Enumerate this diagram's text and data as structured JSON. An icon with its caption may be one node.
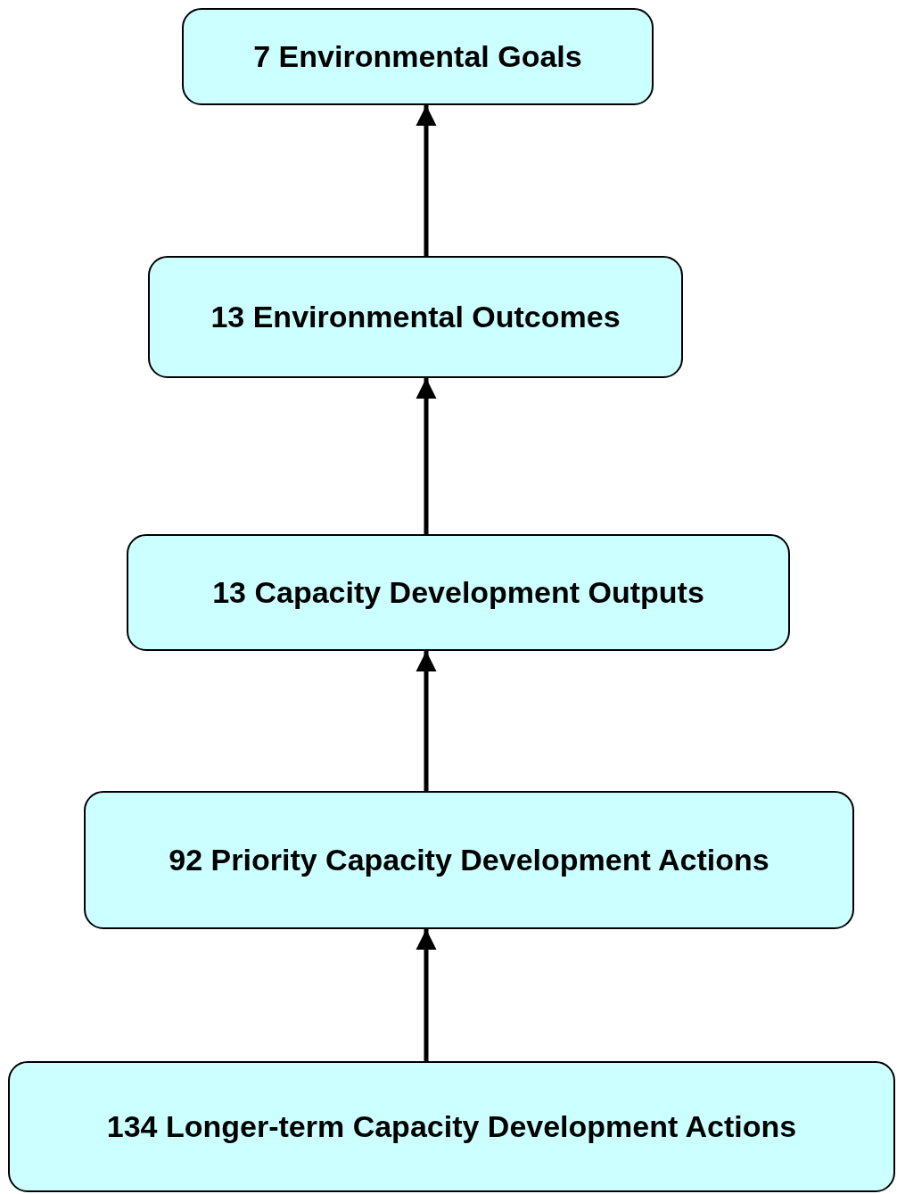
{
  "diagram": {
    "nodes": [
      {
        "text": [
          "7 Environmental Goals"
        ]
      },
      {
        "text": [
          "13 Environmental Outcomes"
        ]
      },
      {
        "text": [
          "13 Capacity Development Outputs"
        ]
      },
      {
        "text": [
          "92 Priority Capacity Development Actions"
        ]
      },
      {
        "text": [
          "134 Longer-term Capacity Development Actions"
        ]
      }
    ],
    "edges": [
      {
        "from": 1,
        "to": 0,
        "arrow": "to"
      },
      {
        "from": 2,
        "to": 1,
        "arrow": "to"
      },
      {
        "from": 3,
        "to": 2,
        "arrow": "to"
      },
      {
        "from": 4,
        "to": 3,
        "arrow": "to"
      }
    ]
  }
}
